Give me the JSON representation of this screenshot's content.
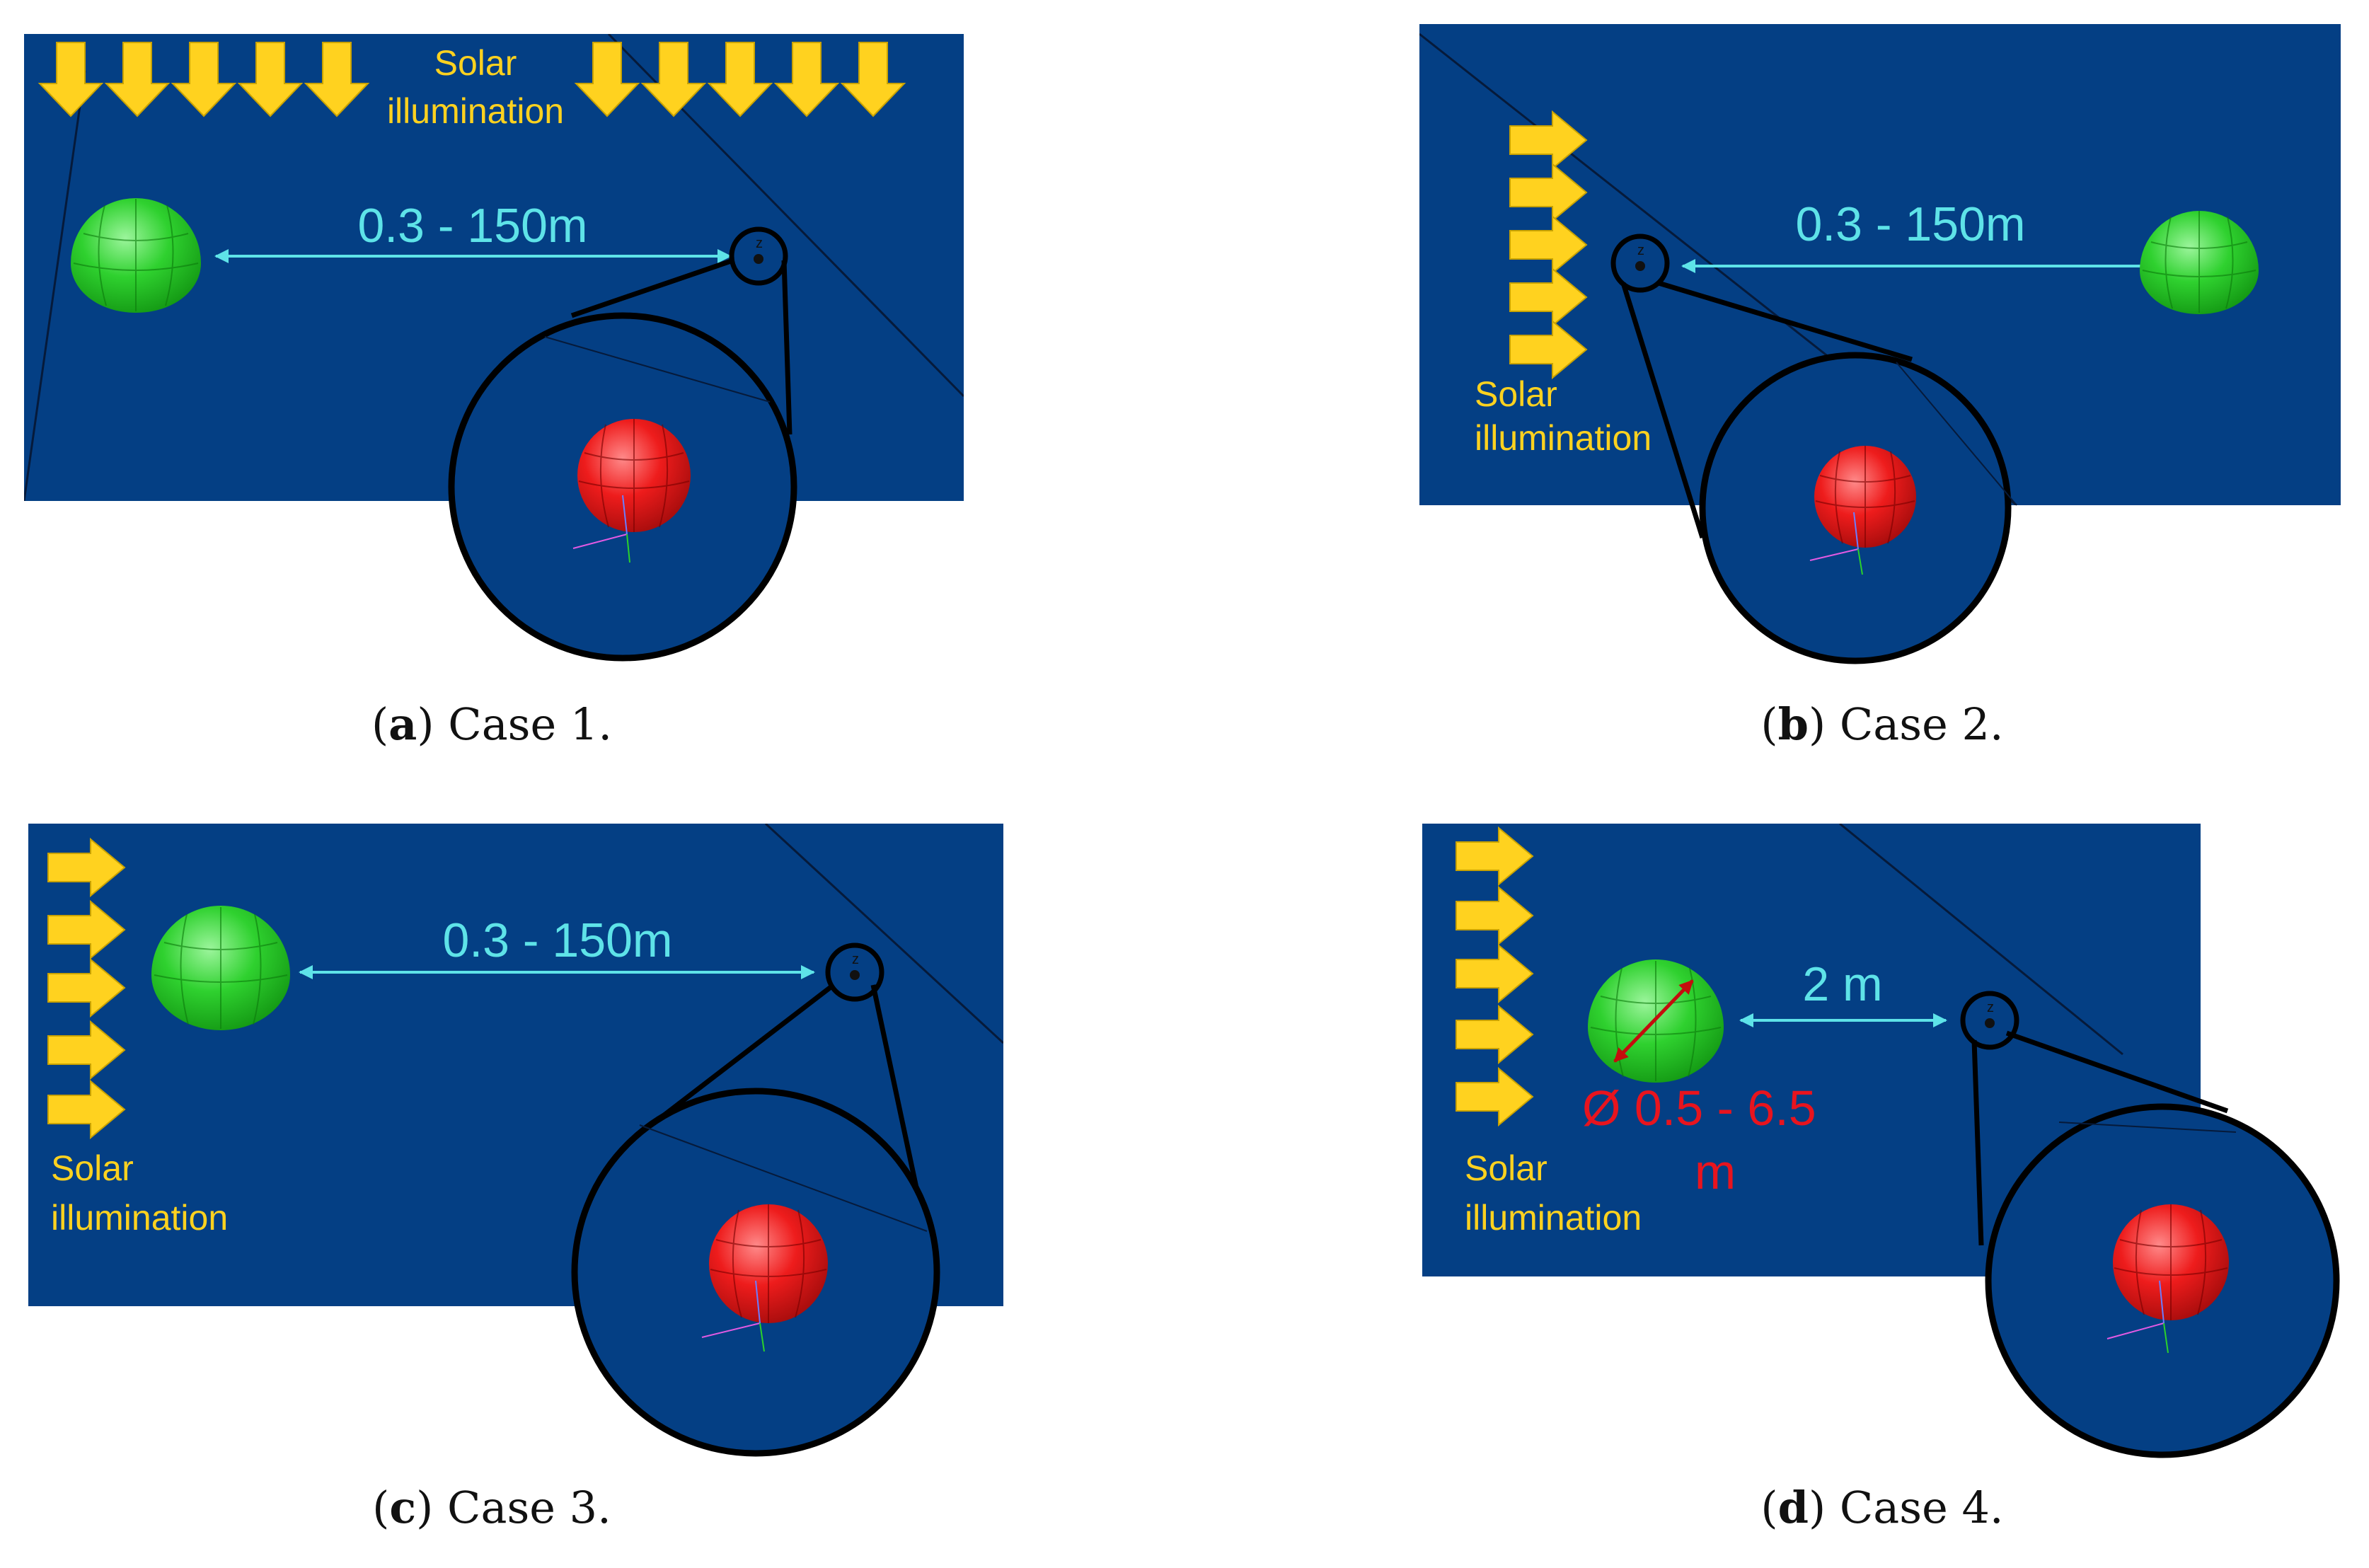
{
  "colors": {
    "scene_background": "#043f84",
    "arrow_fill": "#ffd21f",
    "distance_line": "#5ee3e8",
    "target_sphere": "#1ec81e",
    "chaser_sphere": "#e21414",
    "diameter_label": "#e8141e"
  },
  "icons": {
    "sun_arrow": "arrow-icon",
    "target": "green-hemisphere",
    "chaser": "red-sphere",
    "axes": "axes-triad-icon"
  },
  "panels": [
    {
      "id": "a",
      "caption_letter": "a",
      "caption_text": " Case 1.",
      "solar_line1": "Solar",
      "solar_line2": "illumination",
      "distance_label": "0.3 - 150m",
      "illumination_direction": "down",
      "arrow_count": 10
    },
    {
      "id": "b",
      "caption_letter": "b",
      "caption_text": " Case 2.",
      "solar_line1": "Solar",
      "solar_line2": "illumination",
      "distance_label": "0.3 - 150m",
      "illumination_direction": "right",
      "arrow_count": 5
    },
    {
      "id": "c",
      "caption_letter": "c",
      "caption_text": " Case 3.",
      "solar_line1": "Solar",
      "solar_line2": "illumination",
      "distance_label": "0.3 - 150m",
      "illumination_direction": "right",
      "arrow_count": 5
    },
    {
      "id": "d",
      "caption_letter": "d",
      "caption_text": " Case 4.",
      "solar_line1": "Solar",
      "solar_line2": "illumination",
      "distance_label": "2 m",
      "diameter_line1": "Ø 0.5 - 6.5",
      "diameter_line2": "m",
      "illumination_direction": "right",
      "arrow_count": 5
    }
  ]
}
